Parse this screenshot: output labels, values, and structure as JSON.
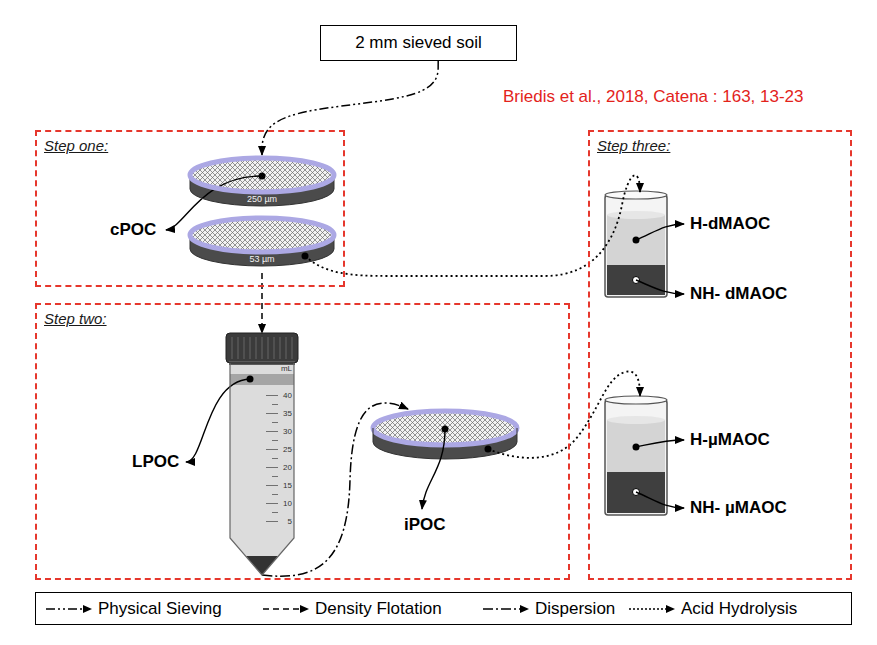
{
  "diagram": {
    "nodes": [
      {
        "text": [
          "2 mm sieved soil"
        ]
      },
      {
        "text": [
          "Step one:"
        ]
      },
      {
        "text": [
          "250 µm"
        ],
        "in": 1
      },
      {
        "text": [
          "53 µm"
        ],
        "in": 1
      },
      {
        "text": [
          "Step two:"
        ]
      },
      {
        "text": [
          "mL",
          "40",
          "35",
          "30",
          "25",
          "20",
          "15",
          "10",
          "5"
        ],
        "in": 4
      },
      {
        "text": [
          "Step three:"
        ]
      }
    ],
    "edges": [
      {
        "from": 0,
        "to": 2,
        "arrow": "to"
      },
      {
        "from": 3,
        "to": 5,
        "arrow": "to"
      }
    ],
    "labels": [
      "Briedis et al., 2018, Catena : 163, 13-23",
      "cPOC",
      "LPOC",
      "iPOC",
      "H-dMAOC",
      "NH- dMAOC",
      "H-µMAOC",
      "NH- µMAOC"
    ],
    "legend": [
      {
        "text": "Physical Sieving"
      },
      {
        "text": "Density Flotation"
      },
      {
        "text": "Dispersion"
      },
      {
        "text": "Acid Hydrolysis"
      }
    ]
  }
}
